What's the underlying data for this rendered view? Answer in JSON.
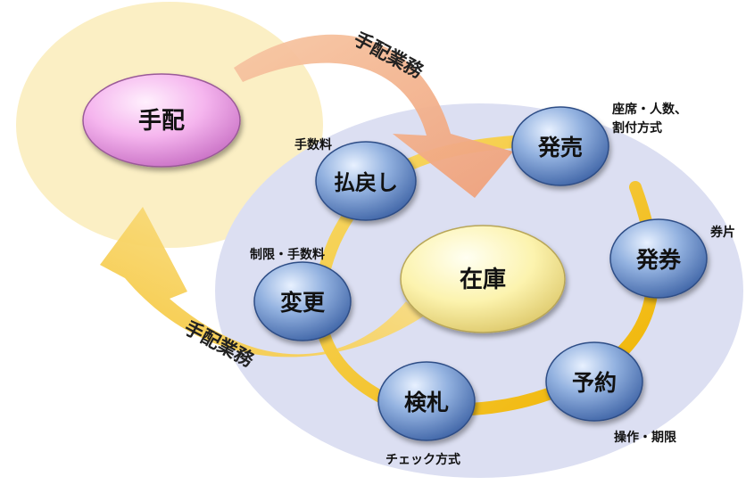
{
  "nodes": {
    "tehai": "手配",
    "zaiko": "在庫",
    "hatsubai": "発売",
    "hakken": "発券",
    "yoyaku": "予約",
    "kensatsu": "検札",
    "henkou": "変更",
    "haraimodoshi": "払戻し"
  },
  "flows": {
    "upper": "手配業務",
    "lower": "手配業務"
  },
  "notes": {
    "hatsubai_line1": "座席・人数、",
    "hatsubai_line2": "割付方式",
    "hakken": "券片",
    "yoyaku": "操作・期限",
    "kensatsu": "チェック方式",
    "henkou": "制限・手数料",
    "haraimodoshi": "手数料"
  },
  "colors": {
    "tehai_region": "#FBEFC4",
    "zaiko_region": "#DCDFF2",
    "ring": "#F4C21B",
    "upper_arrow": "#F2B08A",
    "lower_arrow": "#F7CF5A",
    "node_blue": "#6E90C8",
    "tehai_node": "#F1A8E8",
    "zaiko_node": "#FBF3A8"
  }
}
